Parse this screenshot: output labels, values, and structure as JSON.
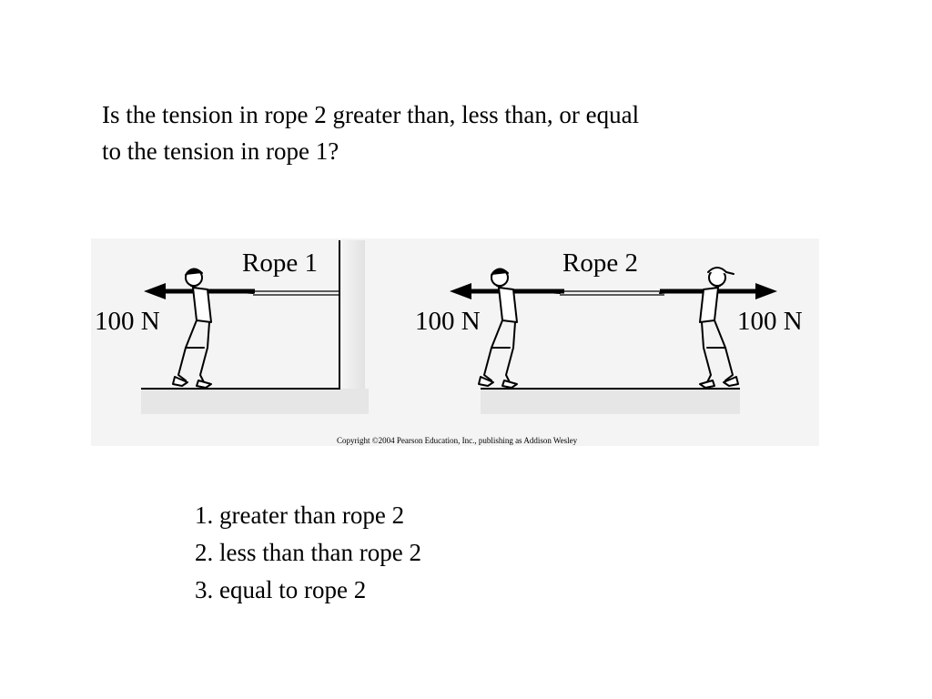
{
  "question": {
    "line1": "Is the tension in rope 2 greater than, less than, or equal",
    "line2": "to the tension in rope 1?"
  },
  "figure": {
    "rope1_label": "Rope 1",
    "rope2_label": "Rope 2",
    "force_left_1": "100 N",
    "force_left_2": "100 N",
    "force_right_2": "100 N",
    "copyright": "Copyright ©2004 Pearson Education, Inc., publishing as Addison Wesley"
  },
  "options": [
    "1. greater than rope 2",
    "2. less than than rope 2",
    "3. equal to rope 2"
  ]
}
